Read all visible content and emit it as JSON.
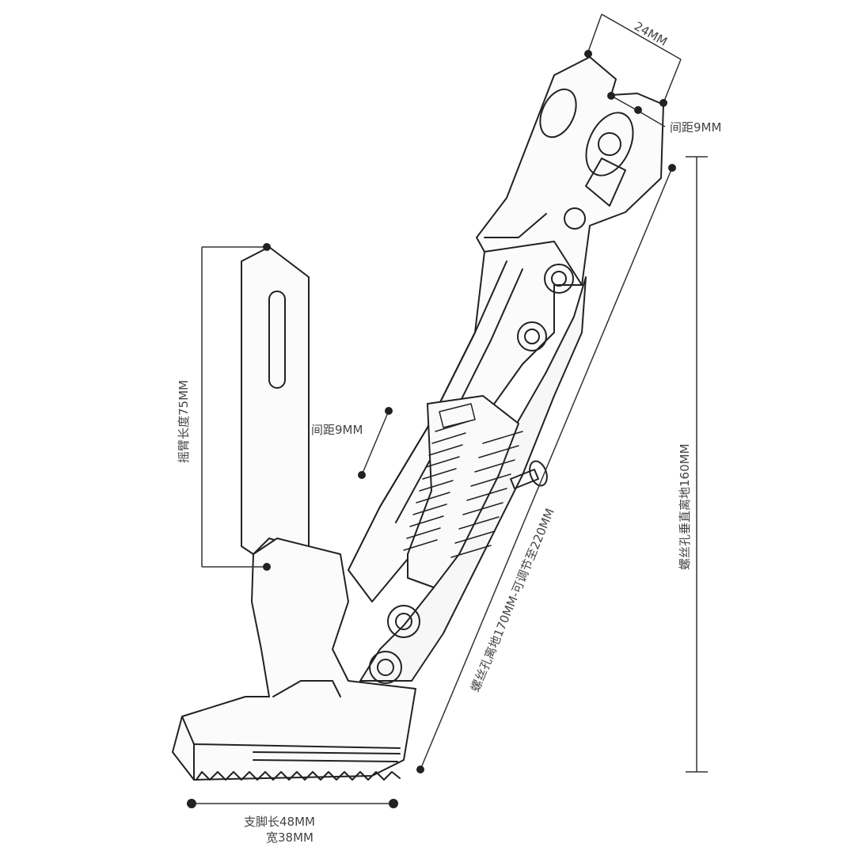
{
  "labels": {
    "top_width": "24MM",
    "top_gap": "间距9MM",
    "arm_length": "摇臂长度75MM",
    "mid_gap": "间距9MM",
    "adjust_height": "螺丝孔离地170MM-可调节至220MM",
    "vertical_height": "螺丝孔垂直离地160MM",
    "foot_length": "支脚长48MM",
    "foot_width": "宽38MM"
  }
}
